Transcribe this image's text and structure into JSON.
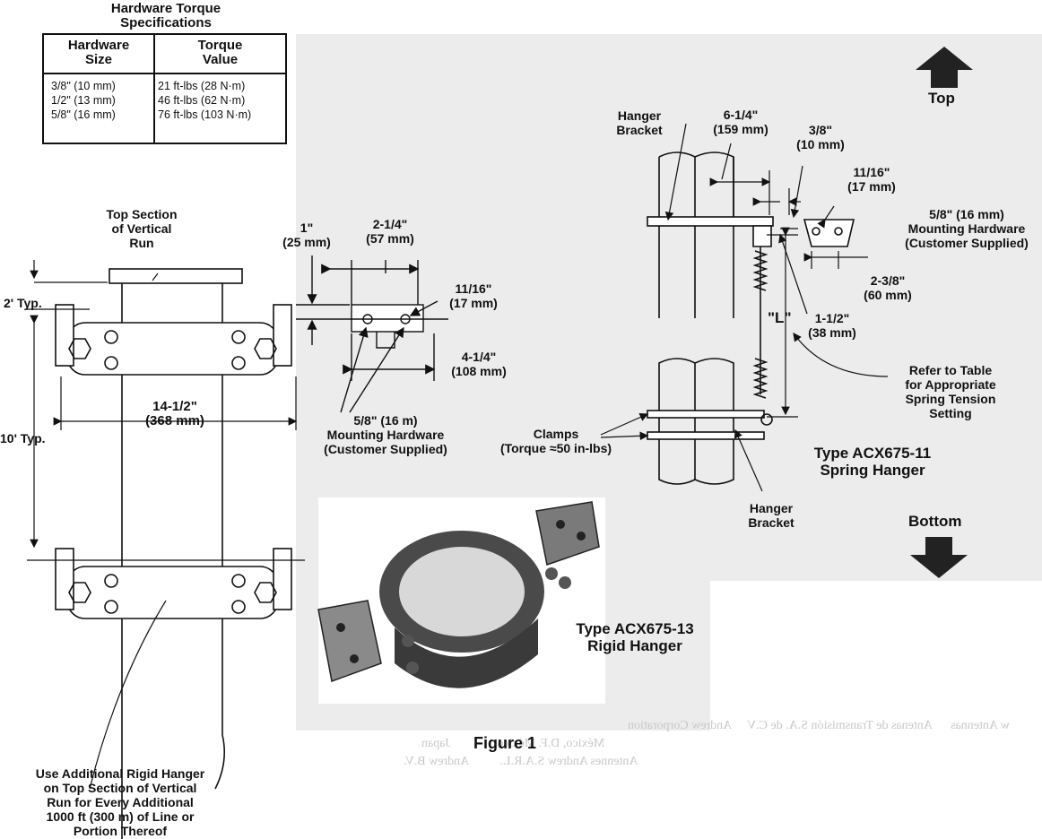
{
  "table": {
    "title": "Hardware Torque\nSpecifications",
    "headers": [
      "Hardware\nSize",
      "Torque\nValue"
    ],
    "rows": [
      {
        "size": "3/8\" (10 mm)",
        "torque": "21 ft-lbs (28 N·m)"
      },
      {
        "size": "1/2\" (13 mm)",
        "torque": "46 ft-lbs (62 N·m)"
      },
      {
        "size": "5/8\" (16 mm)",
        "torque": "76 ft-lbs (103 N·m)"
      }
    ]
  },
  "direction": {
    "top": "Top",
    "bottom": "Bottom"
  },
  "rigid_view": {
    "top_section": "Top Section\nof Vertical\nRun",
    "typ2": "2' Typ.",
    "typ10": "10' Typ.",
    "width_dim": "14-1/2\"\n(368 mm)",
    "note": "Use Additional Rigid Hanger\non Top Section of Vertical\nRun for Every Additional\n1000 ft (300 m) of Line or\nPortion Thereof"
  },
  "detail_view": {
    "d1": "1\"\n(25 mm)",
    "d2": "2-1/4\"\n(57 mm)",
    "d3": "11/16\"\n(17 mm)",
    "d4": "4-1/4\"\n(108 mm)",
    "hardware": "5/8\" (16 m)\nMounting Hardware\n(Customer Supplied)"
  },
  "spring_view": {
    "hanger_bracket_top": "Hanger\nBracket",
    "d_6_1_4": "6-1/4\"\n(159 mm)",
    "d_3_8": "3/8\"\n(10 mm)",
    "d_11_16": "11/16\"\n(17 mm)",
    "hardware": "5/8\" (16 mm)\nMounting Hardware\n(Customer Supplied)",
    "d_2_3_8": "2-3/8\"\n(60 mm)",
    "d_1_1_2": "1-1/2\"\n(38 mm)",
    "L": "\"L\"",
    "refer": "Refer to Table\nfor Appropriate\nSpring Tension\nSetting",
    "clamps": "Clamps\n(Torque ≈50 in-lbs)",
    "hanger_bracket_bottom": "Hanger\nBracket",
    "type": "Type ACX675-11\nSpring Hanger"
  },
  "photo": {
    "type": "Type ACX675-13\nRigid Hanger"
  },
  "figure_label": "Figure 1"
}
